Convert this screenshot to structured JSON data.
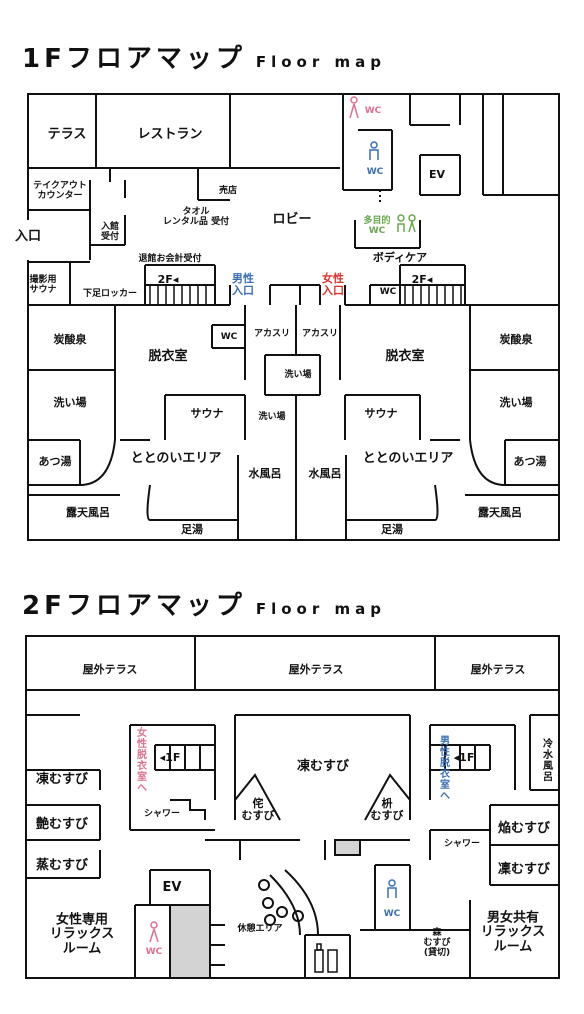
{
  "floor1": {
    "title": "1Fフロアマップ",
    "subtitle": "Floor map",
    "labels": {
      "terrace": "テラス",
      "restaurant": "レストラン",
      "takeout": "テイクアウト\nカウンター",
      "shop": "売店",
      "towel_rental": "タオル\nレンタル品 受付",
      "lobby": "ロビー",
      "entry_reception": "入館\n受付",
      "entrance": "入口",
      "checkout": "退館お会計受付",
      "photo_sauna": "撮影用\nサウナ",
      "shoe_locker": "下足ロッカー",
      "to2f_left": "2F◂",
      "to2f_right": "2F◂",
      "male_entrance": "男性\n入口",
      "female_entrance": "女性\n入口",
      "body_care": "ボディケア",
      "multipurpose_wc": "多目的\nWC",
      "wc": "WC",
      "ev": "EV",
      "carbonated_left": "炭酸泉",
      "carbonated_right": "炭酸泉",
      "dressing_left": "脱衣室",
      "dressing_right": "脱衣室",
      "akasuri_left": "アカスリ",
      "akasuri_right": "アカスリ",
      "washing_center_top": "洗い場",
      "washing_center_bottom": "洗い場",
      "washing_left": "洗い場",
      "washing_right": "洗い場",
      "sauna_left": "サウナ",
      "sauna_right": "サウナ",
      "hot_bath_left": "あつ湯",
      "hot_bath_right": "あつ湯",
      "totonoi_left": "ととのいエリア",
      "totonoi_right": "ととのいエリア",
      "cold_bath_left": "水風呂",
      "cold_bath_right": "水風呂",
      "outdoor_bath_left": "露天風呂",
      "outdoor_bath_right": "露天風呂",
      "foot_bath_left": "足湯",
      "foot_bath_right": "足湯"
    }
  },
  "floor2": {
    "title": "2Fフロアマップ",
    "subtitle": "Floor map",
    "labels": {
      "terrace_left": "屋外テラス",
      "terrace_center": "屋外テラス",
      "terrace_right": "屋外テラス",
      "cold_musubi_left": "凍むすび",
      "cold_musubi_center": "凍むすび",
      "tsuya_musubi": "艶むすび",
      "mushi_musubi": "蒸むすび",
      "homura_musubi": "焔むすび",
      "rin_musubi": "凜むすび",
      "hisashi_musubi": "侘\nむすび",
      "masu_musubi": "枡\nむすび",
      "shower_left": "シャワー",
      "shower_right": "シャワー",
      "to1f_left": "◂1F",
      "to1f_right": "◂1F",
      "female_dressing": "女性脱衣室へ",
      "male_dressing": "男性脱衣室へ",
      "cold_bath": "冷水風呂",
      "ev": "EV",
      "women_relax": "女性専用\nリラックス\nルーム",
      "mixed_relax": "男女共有\nリラックス\nルーム",
      "rest_area": "休憩エリア",
      "forest_musubi": "森\nむすび\n(貸切)",
      "wc": "WC"
    }
  },
  "colors": {
    "wall": "#111111",
    "male": "#3a6fb5",
    "female": "#e0708f",
    "female_entrance": "#d9342b",
    "accessible": "#6aa84f",
    "fill_gray": "#d3d3d3"
  },
  "icons": [
    "male-wc-icon",
    "female-wc-icon",
    "multipurpose-wc-icon",
    "bottle-glass-icon",
    "stairs-icon"
  ]
}
